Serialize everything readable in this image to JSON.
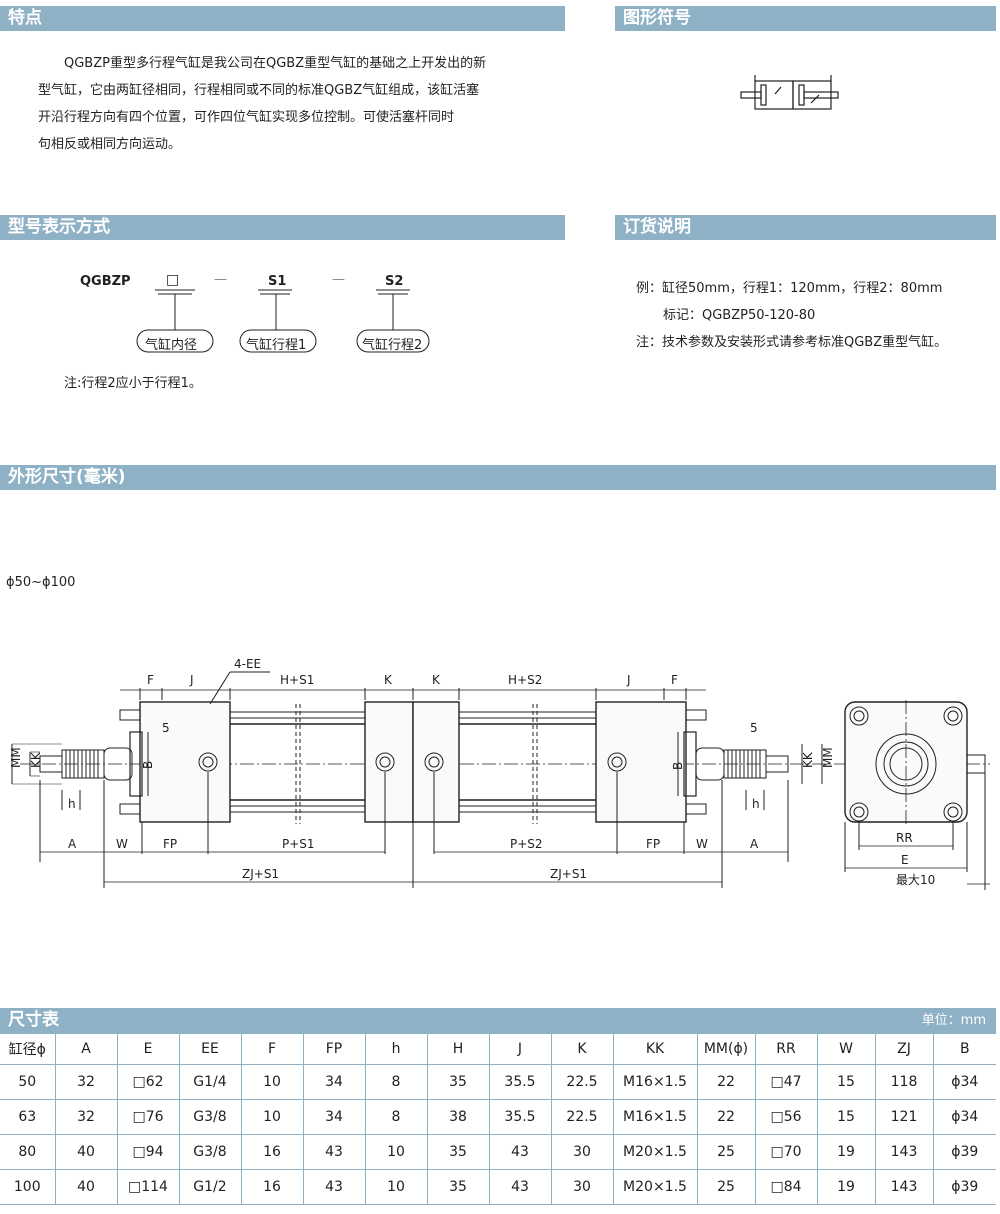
{
  "sections": {
    "features": "特点",
    "symbol": "图形符号",
    "model": "型号表示方式",
    "ordering": "订货说明",
    "dimensions": "外形尺寸(毫米)",
    "table": "尺寸表"
  },
  "features_text": [
    "QGBZP重型多行程气缸是我公司在QGBZ重型气缸的基础之上开发出的新",
    "型气缸，它由两缸径相同，行程相同或不同的标准QGBZ气缸组成，该缸活塞",
    "开沿行程方向有四个位置，可作四位气缸实现多位控制。可使活塞杆同时",
    "句相反或相同方向运动。"
  ],
  "model_code": {
    "prefix": "QGBZP",
    "box": "□",
    "dash1": "—",
    "s1": "S1",
    "dash2": "—",
    "s2": "S2",
    "label_bore": "气缸内径",
    "label_s1": "气缸行程1",
    "label_s2": "气缸行程2",
    "note": "注:行程2应小于行程1。"
  },
  "ordering": {
    "line1": "例：缸径50mm，行程1：120mm，行程2：80mm",
    "line2": "标记：QGBZP50-120-80",
    "line3": "注：技术参数及安装形式请参考标准QGBZ重型气缸。"
  },
  "drawing": {
    "range": "ϕ50~ϕ100",
    "labels": {
      "F": "F",
      "J": "J",
      "EE": "4-EE",
      "HS1": "H+S1",
      "K": "K",
      "HS2": "H+S2",
      "MM": "MM",
      "KK": "KK",
      "B": "B",
      "five": "5",
      "h": "h",
      "A": "A",
      "W": "W",
      "FP": "FP",
      "PS1": "P+S1",
      "PS2": "P+S2",
      "ZJS1": "ZJ+S1",
      "RR": "RR",
      "E": "E",
      "max10": "最大10"
    }
  },
  "table": {
    "unit": "单位：mm",
    "headers": [
      "缸径ϕ",
      "A",
      "E",
      "EE",
      "F",
      "FP",
      "h",
      "H",
      "J",
      "K",
      "KK",
      "MM(ϕ)",
      "RR",
      "W",
      "ZJ",
      "B"
    ],
    "rows": [
      [
        "50",
        "32",
        "□62",
        "G1/4",
        "10",
        "34",
        "8",
        "35",
        "35.5",
        "22.5",
        "M16×1.5",
        "22",
        "□47",
        "15",
        "118",
        "ϕ34"
      ],
      [
        "63",
        "32",
        "□76",
        "G3/8",
        "10",
        "34",
        "8",
        "38",
        "35.5",
        "22.5",
        "M16×1.5",
        "22",
        "□56",
        "15",
        "121",
        "ϕ34"
      ],
      [
        "80",
        "40",
        "□94",
        "G3/8",
        "16",
        "43",
        "10",
        "35",
        "43",
        "30",
        "M20×1.5",
        "25",
        "□70",
        "19",
        "143",
        "ϕ39"
      ],
      [
        "100",
        "40",
        "□114",
        "G1/2",
        "16",
        "43",
        "10",
        "35",
        "43",
        "30",
        "M20×1.5",
        "25",
        "□84",
        "19",
        "143",
        "ϕ39"
      ]
    ]
  }
}
